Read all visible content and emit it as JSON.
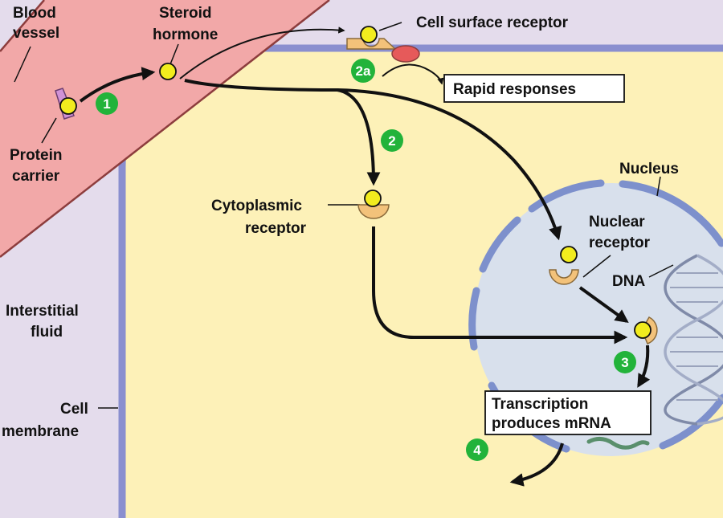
{
  "labels": {
    "blood_vessel_1": "Blood",
    "blood_vessel_2": "vessel",
    "steroid_hormone_1": "Steroid",
    "steroid_hormone_2": "hormone",
    "cell_surface_receptor": "Cell surface receptor",
    "rapid_responses": "Rapid responses",
    "protein_carrier_1": "Protein",
    "protein_carrier_2": "carrier",
    "cytoplasmic_receptor_1": "Cytoplasmic",
    "cytoplasmic_receptor_2": "receptor",
    "nucleus": "Nucleus",
    "nuclear_receptor_1": "Nuclear",
    "nuclear_receptor_2": "receptor",
    "dna": "DNA",
    "interstitial_fluid_1": "Interstitial",
    "interstitial_fluid_2": "fluid",
    "cell_membrane_1": "Cell",
    "cell_membrane_2": "membrane",
    "transcription_1": "Transcription",
    "transcription_2": "produces mRNA"
  },
  "steps": {
    "s1": "1",
    "s2": "2",
    "s2a": "2a",
    "s3": "3",
    "s4": "4"
  },
  "colors": {
    "background": "#e4dcec",
    "cytoplasm": "#fdf1b8",
    "membrane": "#8a8fcf",
    "blood_vessel": "#f2a8a8",
    "nucleus": "#d8e0ec",
    "nuclear_envelope": "#7d90cc",
    "hormone": "#f2ec1e",
    "receptor": "#f3c27a",
    "step_badge": "#22b33a",
    "enzyme": "#e65a5a",
    "dna": "#8c97b4",
    "mrna": "#5a8f6c"
  }
}
